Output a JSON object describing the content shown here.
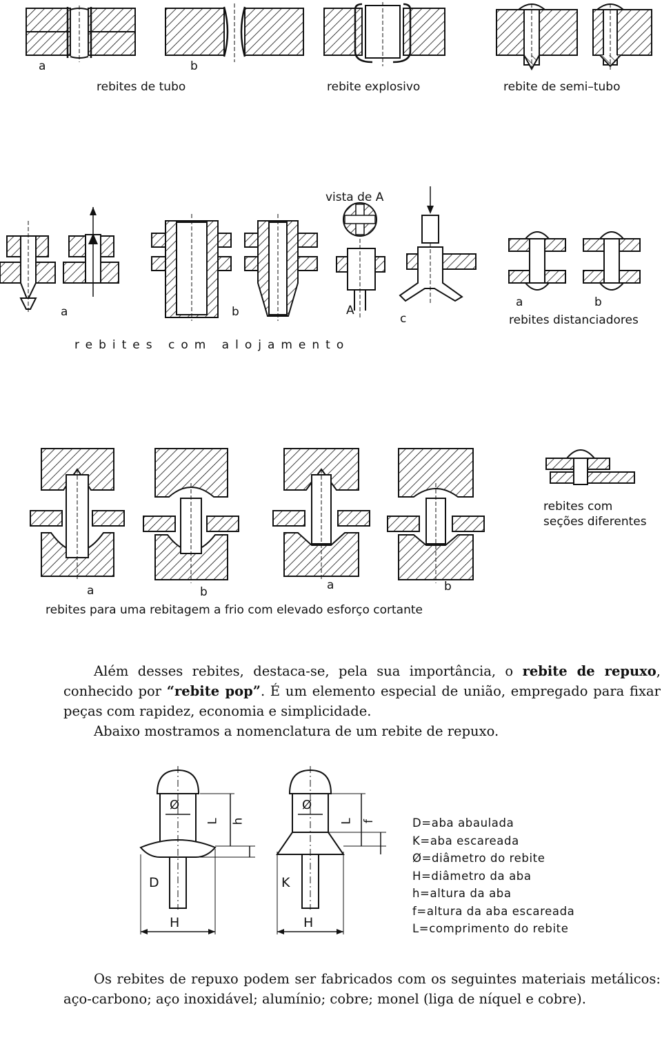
{
  "top_row": {
    "tube_a": "a",
    "tube_b": "b",
    "tube_title": "rebites de tubo",
    "explosive_title": "rebite explosivo",
    "semitube_title": "rebite de semi–tubo"
  },
  "middle_row": {
    "view_label": "vista de A",
    "a": "a",
    "b": "b",
    "arrow_A": "A",
    "c": "c",
    "dist_a": "a",
    "dist_b": "b",
    "dist_title": "rebites distanciadores",
    "housing_title": "rebites com alojamento"
  },
  "third_row": {
    "a1": "a",
    "b1": "b",
    "a2": "a",
    "b2": "b",
    "cold_title": "rebites para uma rebitagem a frio com elevado esforço cortante",
    "diff_line1": "rebites com",
    "diff_line2": "seções diferentes"
  },
  "paragraph1": {
    "p1_pre": "Além desses rebites, destaca-se, pela sua importância, o ",
    "p1_bold": "rebite de repuxo",
    "p1_mid": ", conhecido por ",
    "p1_bold2": "“rebite pop”",
    "p1_post": ". É um elemento especial de união, empregado para fixar peças com rapidez, economia e simplicidade.",
    "p2": "Abaixo mostramos a nomenclatura de um rebite de repuxo."
  },
  "nomenclature": {
    "phi1": "Ø",
    "phi2": "Ø",
    "L1": "L",
    "h": "h",
    "L2": "L",
    "f": "f",
    "D": "D",
    "K": "K",
    "H1": "H",
    "H2": "H",
    "legend": [
      "D=aba abaulada",
      "K=aba escareada",
      "Ø=diâmetro do rebite",
      "H=diâmetro da aba",
      "h=altura da aba",
      "f=altura da aba escareada",
      "L=comprimento do rebite"
    ]
  },
  "paragraph2": {
    "text": "Os rebites de repuxo podem ser fabricados com os seguintes materiais metálicos: aço-carbono; aço inoxidável; alumínio; cobre; monel (liga de níquel e cobre)."
  }
}
